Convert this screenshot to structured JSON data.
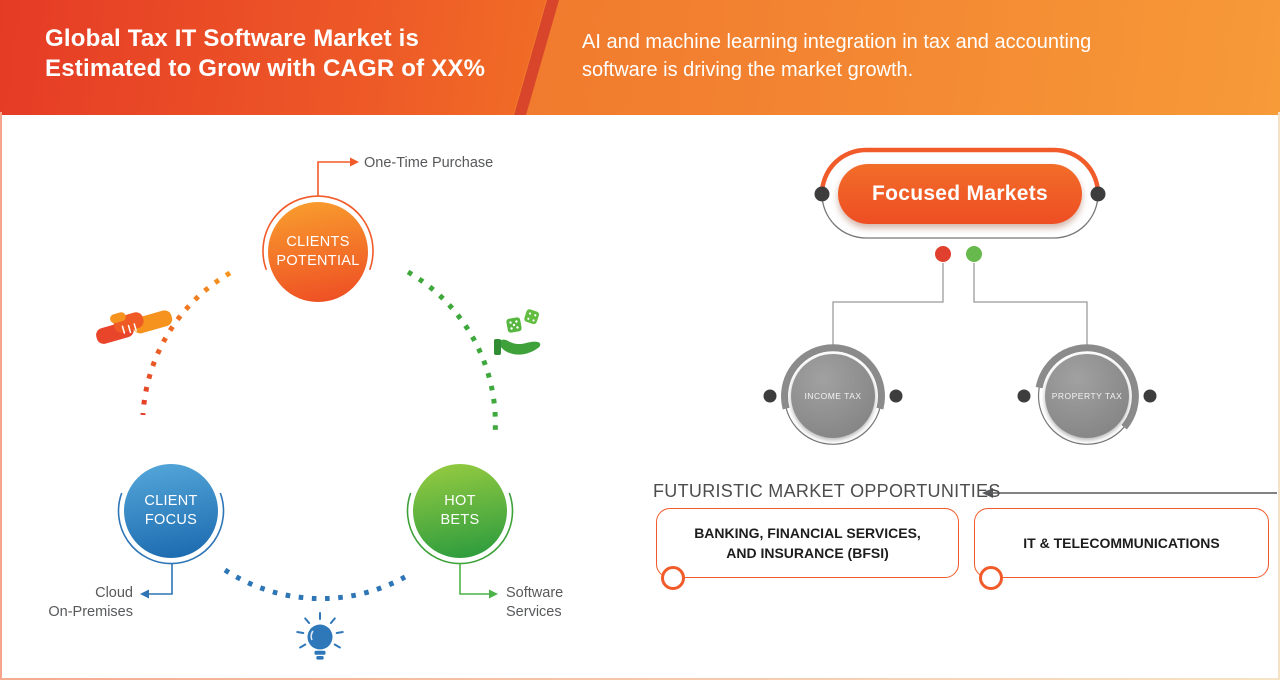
{
  "header": {
    "title_line1": "Global Tax IT Software Market is",
    "title_line2": "Estimated to Grow with CAGR of XX%",
    "subtitle_line1": "AI and machine learning integration in tax and accounting",
    "subtitle_line2": "software is driving the market growth."
  },
  "cycle": {
    "nodes": [
      {
        "id": "clients-potential",
        "label_line1": "CLIENTS",
        "label_line2": "POTENTIAL",
        "color": "#f15a29"
      },
      {
        "id": "client-focus",
        "label_line1": "CLIENT",
        "label_line2": "FOCUS",
        "color": "#2e75b6"
      },
      {
        "id": "hot-bets",
        "label_line1": "HOT",
        "label_line2": "BETS",
        "color": "#3fa13a"
      }
    ],
    "callouts": {
      "one_time_purchase": "One-Time Purchase",
      "cloud_line1": "Cloud",
      "cloud_line2": "On-Premises",
      "software_line1": "Software",
      "software_line2": "Services"
    },
    "icons": [
      "handshake-icon",
      "dice-in-hand-icon",
      "lightbulb-icon"
    ]
  },
  "focused_markets": {
    "title": "Focused Markets",
    "items": [
      {
        "label": "INCOME TAX"
      },
      {
        "label": "PROPERTY TAX"
      }
    ]
  },
  "opportunities": {
    "heading": "FUTURISTIC MARKET OPPORTUNITIES",
    "boxes": [
      {
        "line1": "BANKING, FINANCIAL SERVICES,",
        "line2": "AND INSURANCE (BFSI)"
      },
      {
        "line1": "IT & TELECOMMUNICATIONS"
      }
    ]
  },
  "colors": {
    "header_red": "#e53b26",
    "header_orange": "#f58a25",
    "accent_orange": "#f15a29",
    "blue": "#2e75b6",
    "green": "#3fa13a",
    "gray_node": "#8a8a8a",
    "dark_dot": "#3d3d3d",
    "red_dot": "#e2402e",
    "green_dot": "#68b94d",
    "text_gray": "#58595b"
  }
}
